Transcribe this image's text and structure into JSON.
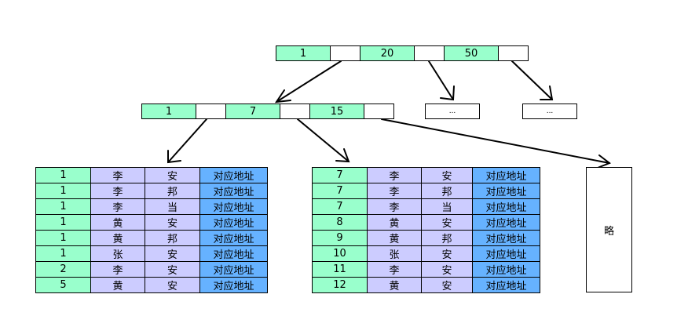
{
  "root": {
    "keys": [
      "1",
      "20",
      "50"
    ]
  },
  "level2": {
    "node": {
      "keys": [
        "1",
        "7",
        "15"
      ]
    },
    "ellipsis_nodes": [
      "...",
      "..."
    ]
  },
  "leaves": [
    {
      "rows": [
        [
          "1",
          "李",
          "安",
          "对应地址"
        ],
        [
          "1",
          "李",
          "邦",
          "对应地址"
        ],
        [
          "1",
          "李",
          "当",
          "对应地址"
        ],
        [
          "1",
          "黄",
          "安",
          "对应地址"
        ],
        [
          "1",
          "黄",
          "邦",
          "对应地址"
        ],
        [
          "1",
          "张",
          "安",
          "对应地址"
        ],
        [
          "2",
          "李",
          "安",
          "对应地址"
        ],
        [
          "5",
          "黄",
          "安",
          "对应地址"
        ]
      ]
    },
    {
      "rows": [
        [
          "7",
          "李",
          "安",
          "对应地址"
        ],
        [
          "7",
          "李",
          "邦",
          "对应地址"
        ],
        [
          "7",
          "李",
          "当",
          "对应地址"
        ],
        [
          "8",
          "黄",
          "安",
          "对应地址"
        ],
        [
          "9",
          "黄",
          "邦",
          "对应地址"
        ],
        [
          "10",
          "张",
          "安",
          "对应地址"
        ],
        [
          "11",
          "李",
          "安",
          "对应地址"
        ],
        [
          "12",
          "黄",
          "安",
          "对应地址"
        ]
      ]
    }
  ],
  "omitted_leaf": "略",
  "colors": {
    "key": "#99ffcc",
    "name": "#ccccff",
    "address": "#66b2ff",
    "border": "#000000"
  }
}
